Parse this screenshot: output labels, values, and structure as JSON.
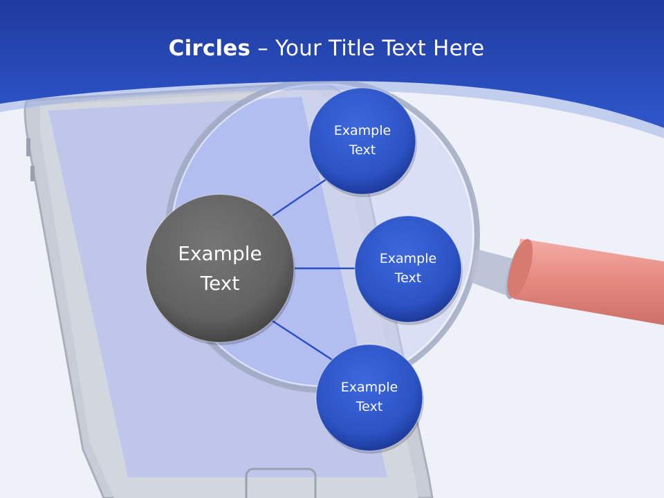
{
  "title": {
    "bold": "Circles",
    "dash": " – ",
    "rest": "Your Title Text Here"
  },
  "center_circle": {
    "label": "Example\nText",
    "color": "#666666"
  },
  "nodes": [
    {
      "label": "Example\nText",
      "color": "#2f58c8"
    },
    {
      "label": "Example\nText",
      "color": "#2f58c8"
    },
    {
      "label": "Example\nText",
      "color": "#2f58c8"
    }
  ],
  "colors": {
    "header_blue": "#2447b5",
    "connector": "#2b4fc2",
    "background": "#eef1f8",
    "phone_screen": "#b9c2ec",
    "handle": "#e9827a"
  },
  "icons": [
    "smartphone-icon",
    "magnifying-glass-icon"
  ]
}
